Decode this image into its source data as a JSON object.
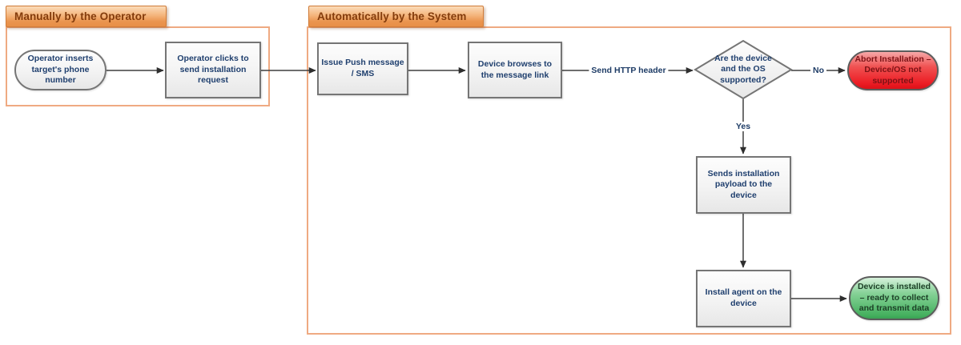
{
  "flow": {
    "sections": [
      {
        "title": "Manually by the Operator"
      },
      {
        "title": "Automatically by the System"
      }
    ],
    "nodes": {
      "operator_inserts": {
        "label": "Operator inserts target's phone number",
        "shape": "terminator"
      },
      "operator_clicks": {
        "label": "Operator clicks to send installation request",
        "shape": "process"
      },
      "issue_push": {
        "label": "Issue Push message / SMS",
        "shape": "process"
      },
      "device_browses": {
        "label": "Device browses to the message link",
        "shape": "process"
      },
      "supported_decision": {
        "label": "Are the device and the OS supported?",
        "shape": "decision"
      },
      "abort": {
        "label": "Abort Installation – Device/OS not supported",
        "shape": "terminator-error"
      },
      "send_payload": {
        "label": "Sends installation payload to the device",
        "shape": "process"
      },
      "install_agent": {
        "label": "Install agent on the device",
        "shape": "process"
      },
      "installed": {
        "label": "Device is installed – ready to collect and transmit data",
        "shape": "terminator-success"
      }
    },
    "edges": [
      {
        "from": "operator_inserts",
        "to": "operator_clicks",
        "label": ""
      },
      {
        "from": "operator_clicks",
        "to": "issue_push",
        "label": ""
      },
      {
        "from": "issue_push",
        "to": "device_browses",
        "label": ""
      },
      {
        "from": "device_browses",
        "to": "supported_decision",
        "label": "Send HTTP header"
      },
      {
        "from": "supported_decision",
        "to": "abort",
        "label": "No"
      },
      {
        "from": "supported_decision",
        "to": "send_payload",
        "label": "Yes"
      },
      {
        "from": "send_payload",
        "to": "install_agent",
        "label": ""
      },
      {
        "from": "install_agent",
        "to": "installed",
        "label": ""
      }
    ],
    "colors": {
      "section_header_orange": "#ea954f",
      "section_header_text": "#843c0c",
      "section_border_salmon": "#efaa82",
      "process_fill": "#f3f3f3",
      "process_border": "#757575",
      "process_text": "#1f3f6e",
      "error_red": "#ec1c24",
      "error_text": "#7c1215",
      "success_green": "#44b05e",
      "success_text": "#1c3e26",
      "connector": "#3f3f3f"
    }
  }
}
